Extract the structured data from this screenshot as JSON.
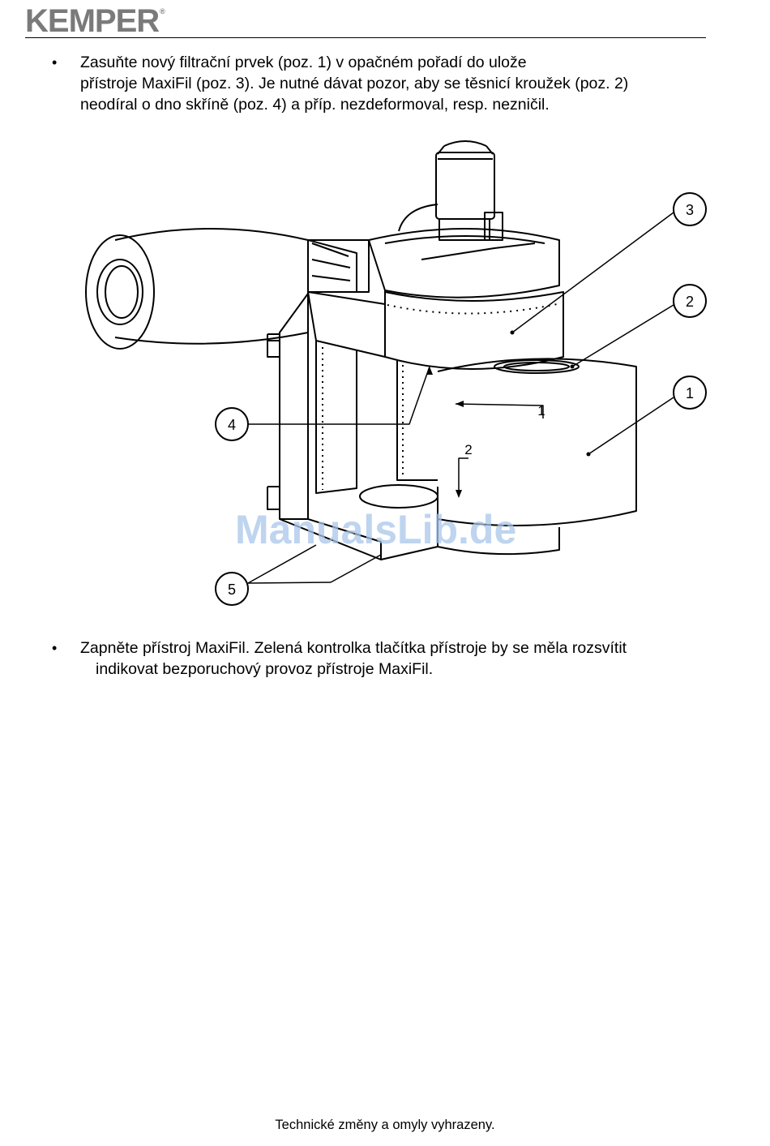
{
  "header": {
    "logo_text": "KEMPER",
    "logo_mark": "®"
  },
  "paragraph1": {
    "lines": [
      "Zasuňte nový filtrační prvek (poz. 1) v opačném pořadí do ulože",
      "přístroje MaxiFil (poz. 3). Je nutné dávat pozor, aby se těsnicí kroužek (poz. 2)",
      "neodíral o dno skříně (poz. 4) a příp. nezdeformoval, resp. nezničil."
    ]
  },
  "figure": {
    "callouts": [
      "3",
      "2",
      "1",
      "4",
      "5"
    ],
    "arrow_labels": [
      "1",
      "2"
    ]
  },
  "watermark": "ManualsLib.de",
  "paragraph2": {
    "lines": [
      "Zapněte přístroj MaxiFil. Zelená kontrolka tlačítka přístroje by se měla rozsvítit",
      "indikovat bezporuchový provoz přístroje MaxiFil."
    ]
  },
  "footer": "Technické změny a omyly vyhrazeny.",
  "bullet_glyph": "•"
}
